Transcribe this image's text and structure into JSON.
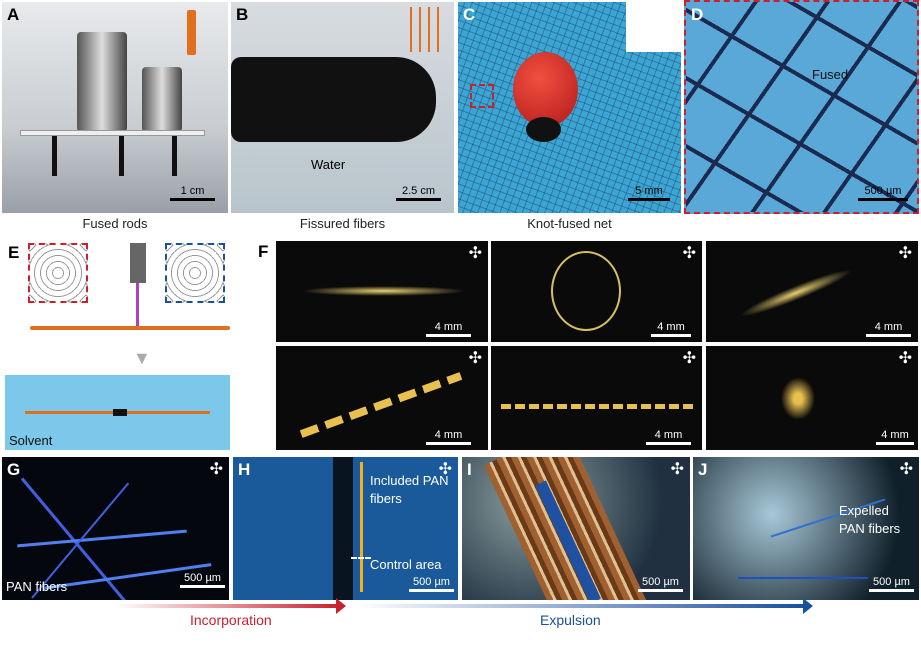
{
  "panels": {
    "A": {
      "label": "A",
      "caption": "Fused rods",
      "scale": "1 cm"
    },
    "B": {
      "label": "B",
      "caption": "Fissured fibers",
      "scale": "2.5 cm",
      "annotation": "Water"
    },
    "C": {
      "label": "C",
      "caption": "Knot-fused net",
      "scale": "5 mm"
    },
    "D": {
      "label": "D",
      "annotation": "Fused",
      "scale": "500 µm"
    },
    "E": {
      "label": "E",
      "annotation": "Solvent"
    },
    "F": {
      "label": "F",
      "scales": [
        "4 mm",
        "4 mm",
        "4 mm",
        "4 mm",
        "4 mm",
        "4 mm"
      ]
    },
    "G": {
      "label": "G",
      "annotation": "PAN fibers",
      "scale": "500 µm"
    },
    "H": {
      "label": "H",
      "annotation_top": "Included PAN fibers",
      "annotation_bottom": "Control area",
      "scale": "500 µm"
    },
    "I": {
      "label": "I",
      "scale": "500 µm"
    },
    "J": {
      "label": "J",
      "annotation": "Expelled PAN fibers",
      "scale": "500 µm"
    }
  },
  "arrows": {
    "incorporation": "Incorporation",
    "expulsion": "Expulsion"
  },
  "polarizer_icon": "✣",
  "colors": {
    "red": "#c8202c",
    "blue": "#1a4f9c",
    "orange": "#e07020",
    "sky": "#7cc8ea"
  }
}
